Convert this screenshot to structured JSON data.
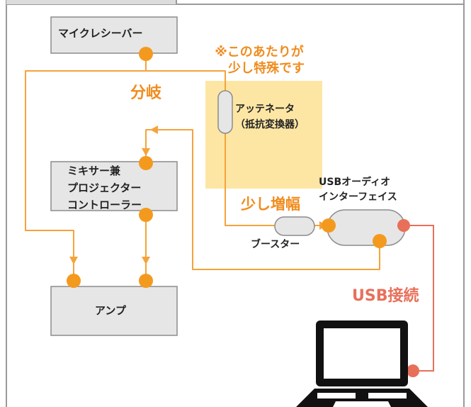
{
  "colors": {
    "line": "#f5a33a",
    "dot": "#f39a1e",
    "usb": "#e8705a",
    "box_fill": "#e6e6e6",
    "box_stroke": "#8c8c8c",
    "highlight": "#fde6a4",
    "frame": "#9a9a9a"
  },
  "nodes": {
    "mic_receiver": "マイクレシーバー",
    "mixer": [
      "ミキサー兼",
      "プロジェクター",
      "コントローラー"
    ],
    "amp": "アンプ",
    "attenuator": [
      "アッテネータ",
      "（抵抗変換器）"
    ],
    "booster": "ブースター",
    "usb_interface": [
      "USBオーディオ",
      "インターフェイス"
    ],
    "laptop_icon": "laptop-icon"
  },
  "annotations": {
    "special_note": [
      "※このあたりが",
      "少し特殊です"
    ],
    "branch": "分岐",
    "amplify": "少し増幅",
    "usb_connection": "USB接続"
  }
}
